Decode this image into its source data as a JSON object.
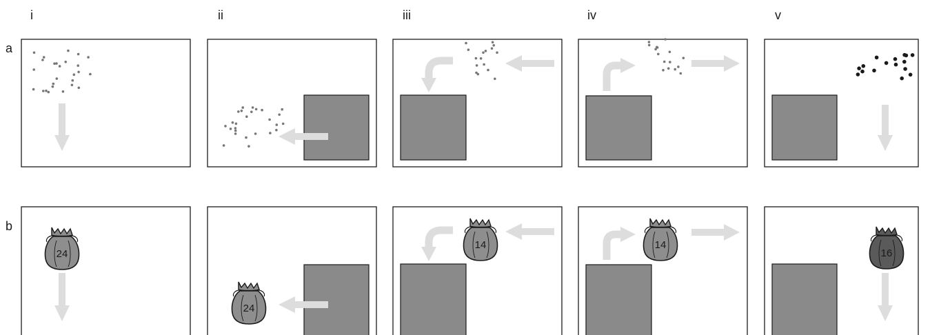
{
  "columns": [
    "i",
    "ii",
    "iii",
    "iv",
    "v"
  ],
  "rows": [
    "a",
    "b"
  ],
  "bag_counts": [
    "24",
    "24",
    "14",
    "14",
    "16"
  ],
  "colors": {
    "frame": "#1a1a1a",
    "block": "#8a8a8a",
    "arrow": "#dddddd",
    "dot": "#777777",
    "dot_dark": "#1a1a1a",
    "bag": "#8e8e8e",
    "bag_dark": "#5a5a5a"
  }
}
